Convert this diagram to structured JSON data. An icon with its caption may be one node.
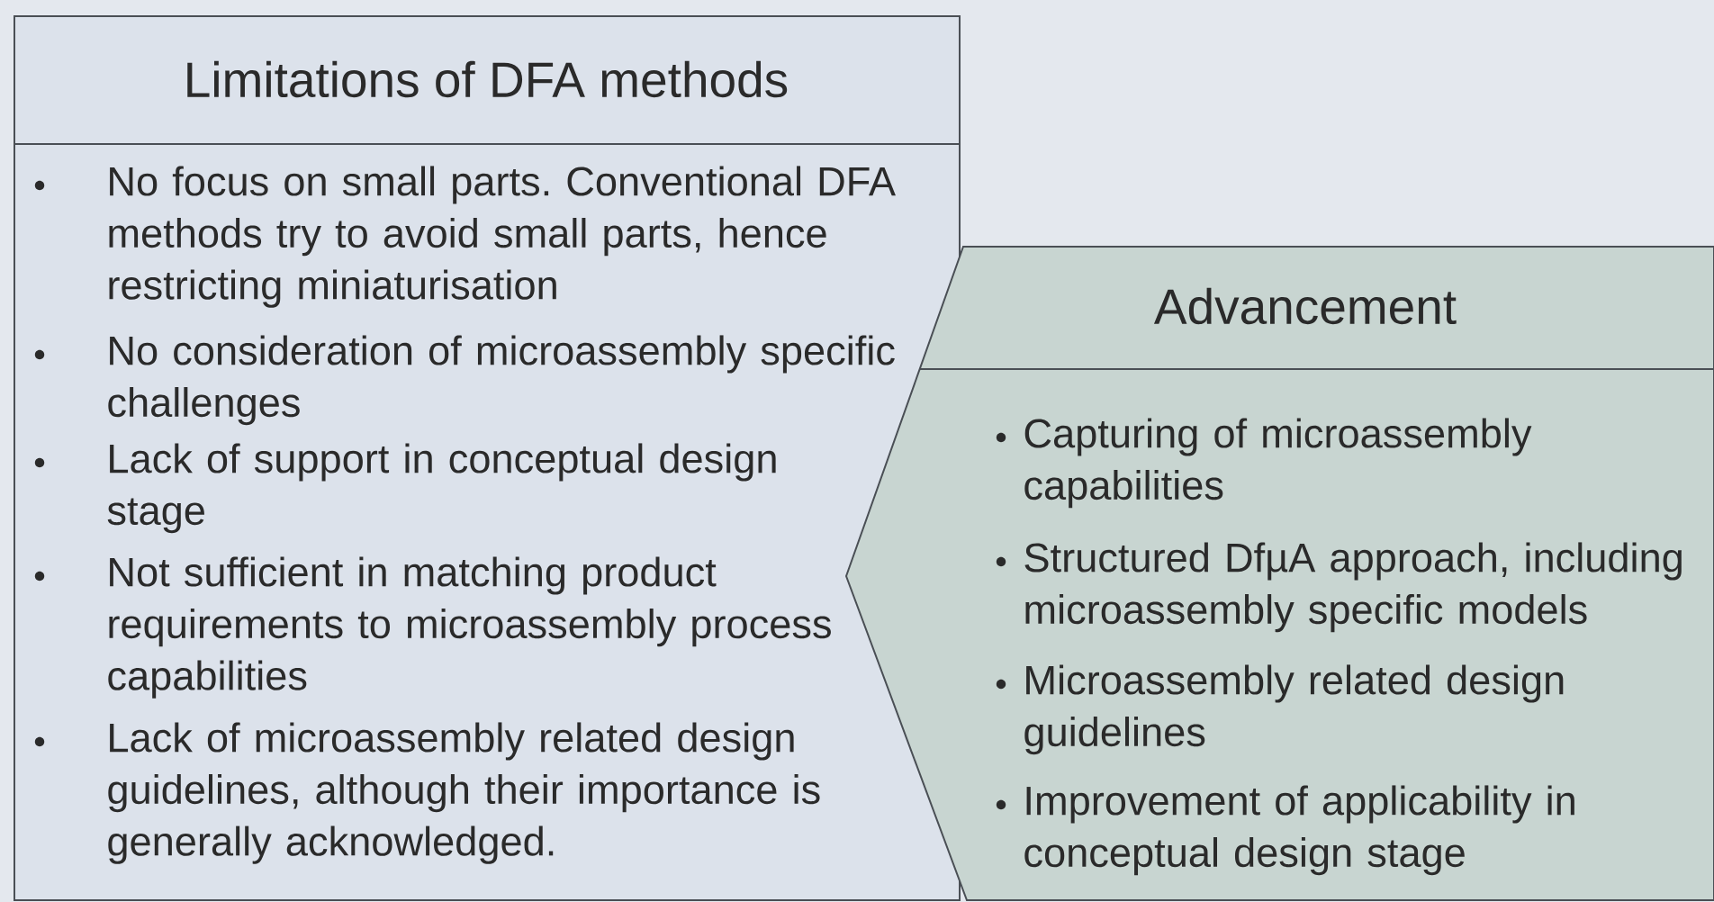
{
  "diagram": {
    "nodes": [
      {
        "text": [
          "Limitations of DFA methods",
          "No focus on small parts. Conventional DFA methods try to avoid small parts, hence restricting miniaturisation",
          "No consideration of microassembly specific challenges",
          "Lack of support in conceptual design stage",
          "Not sufficient in matching product requirements to microassembly process capabilities",
          "Lack of microassembly related design guidelines, although their importance is generally acknowledged."
        ]
      },
      {
        "text": [
          "Advancement",
          "Capturing of microassembly capabilities",
          "Structured DfµA approach, including microassembly specific models",
          "Microassembly related design guidelines",
          "Improvement of applicability in conceptual design stage"
        ]
      }
    ]
  }
}
